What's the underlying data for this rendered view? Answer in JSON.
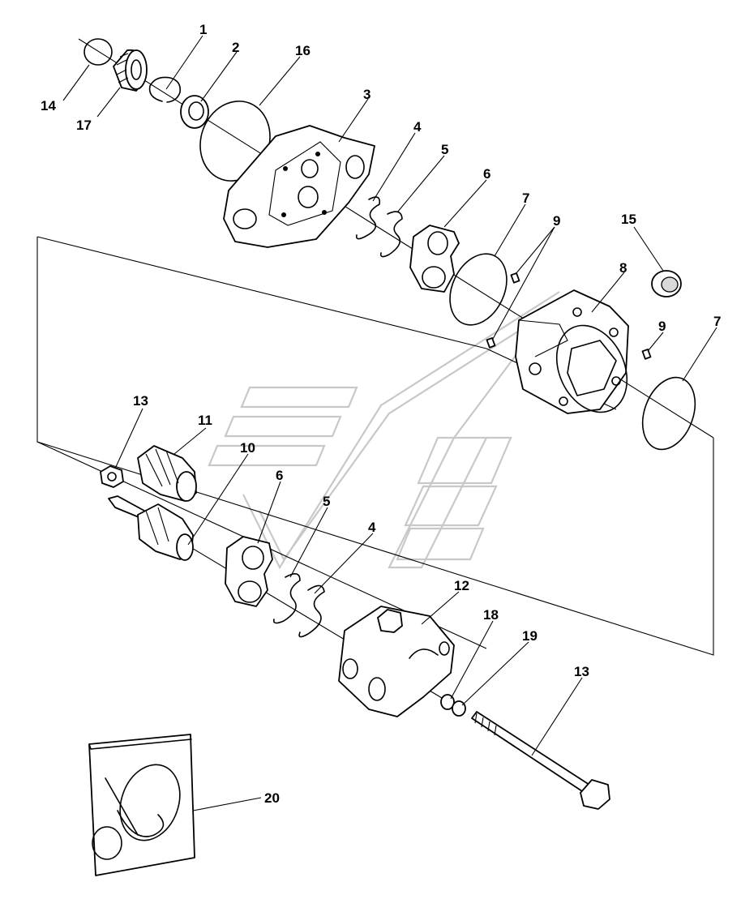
{
  "callouts": [
    {
      "id": "c1",
      "text": "1"
    },
    {
      "id": "c2",
      "text": "2"
    },
    {
      "id": "c16",
      "text": "16"
    },
    {
      "id": "c3",
      "text": "3"
    },
    {
      "id": "c14",
      "text": "14"
    },
    {
      "id": "c17",
      "text": "17"
    },
    {
      "id": "c4a",
      "text": "4"
    },
    {
      "id": "c5a",
      "text": "5"
    },
    {
      "id": "c6a",
      "text": "6"
    },
    {
      "id": "c7a",
      "text": "7"
    },
    {
      "id": "c9a",
      "text": "9"
    },
    {
      "id": "c15",
      "text": "15"
    },
    {
      "id": "c8",
      "text": "8"
    },
    {
      "id": "c9b",
      "text": "9"
    },
    {
      "id": "c7b",
      "text": "7"
    },
    {
      "id": "c13a",
      "text": "13"
    },
    {
      "id": "c11",
      "text": "11"
    },
    {
      "id": "c10",
      "text": "10"
    },
    {
      "id": "c6b",
      "text": "6"
    },
    {
      "id": "c5b",
      "text": "5"
    },
    {
      "id": "c4b",
      "text": "4"
    },
    {
      "id": "c12",
      "text": "12"
    },
    {
      "id": "c18",
      "text": "18"
    },
    {
      "id": "c19",
      "text": "19"
    },
    {
      "id": "c13b",
      "text": "13"
    },
    {
      "id": "c20",
      "text": "20"
    }
  ],
  "icons": {
    "watermark": "brand-logo-watermark"
  }
}
